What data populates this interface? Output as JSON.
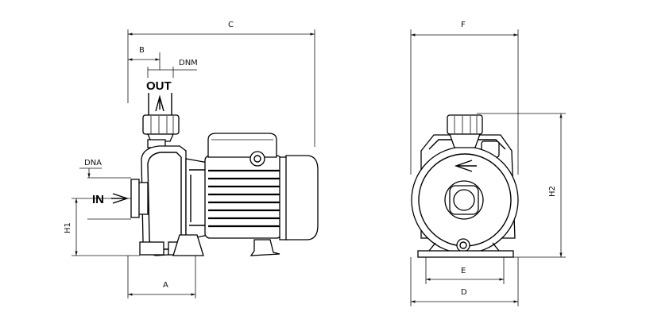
{
  "labels": {
    "A": "A",
    "B": "B",
    "C": "C",
    "D": "D",
    "E": "E",
    "F": "F",
    "H1": "H1",
    "H2": "H2",
    "DNA": "DNA",
    "DNM": "DNM",
    "OUT": "OUT",
    "IN": "IN"
  }
}
